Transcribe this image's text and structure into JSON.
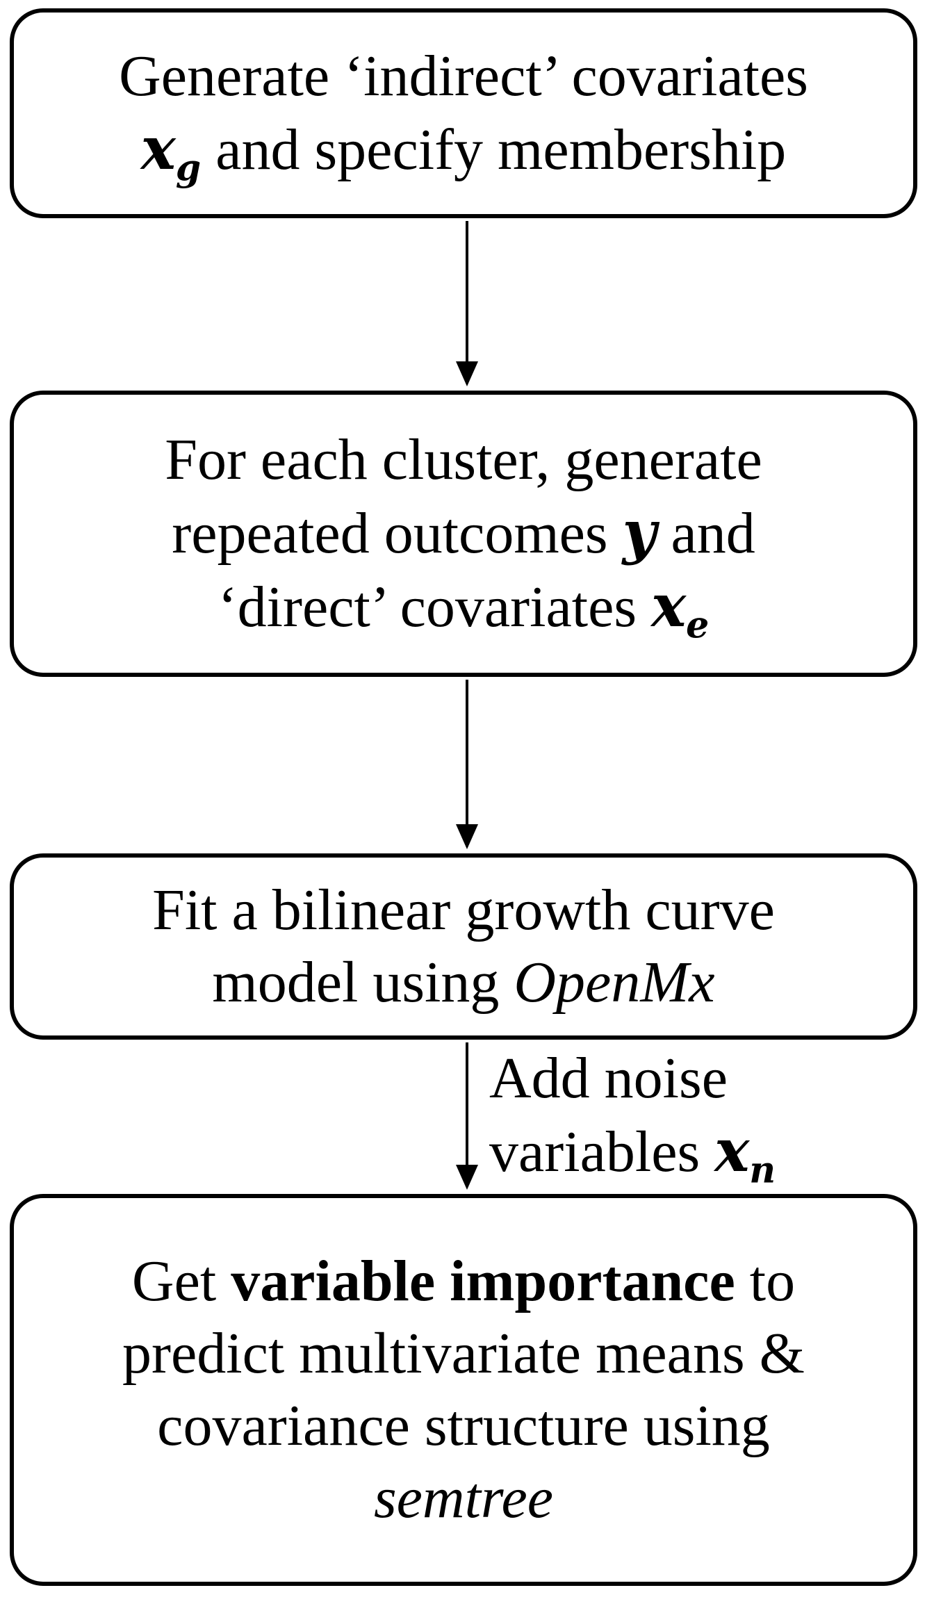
{
  "nodes": [
    {
      "id": "generate-indirect",
      "line1": "Generate ‘indirect’ covariates",
      "var1": "x",
      "var1_sub": "g",
      "line2_rest": " and specify membership"
    },
    {
      "id": "generate-outcomes",
      "line1": "For each cluster, generate",
      "line2": "repeated outcomes ",
      "var_y": "y",
      "line2_rest": " and",
      "line3": "‘direct’ covariates ",
      "var_x": "x",
      "var_x_sub": "e"
    },
    {
      "id": "fit-model",
      "line1": "Fit a bilinear growth curve",
      "line2": "model using ",
      "tool": "OpenMx"
    },
    {
      "id": "variable-importance",
      "line1_pre": "Get ",
      "line1_bold": "variable importance",
      "line1_post": " to",
      "line2": "predict multivariate means &",
      "line3": "covariance structure using",
      "tool": "semtree"
    }
  ],
  "edge_label": {
    "line1": "Add noise",
    "line2": "variables ",
    "var": "x",
    "var_sub": "n"
  },
  "colors": {
    "stroke": "#000000",
    "background": "#ffffff"
  }
}
